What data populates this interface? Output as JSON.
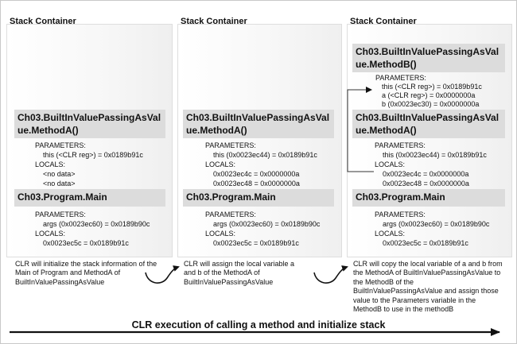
{
  "stacks": [
    {
      "title": "Stack Container",
      "frames": [
        {
          "title_line1": "Ch03.BuiltInValuePassingAsVal",
          "title_line2": "ue.MethodA()",
          "lines": [
            "PARAMETERS:",
            "this (<CLR reg>) = 0x0189b91c",
            "LOCALS:",
            "<no data>",
            "<no data>"
          ]
        },
        {
          "title_line1": "Ch03.Program.Main",
          "lines": [
            "PARAMETERS:",
            "args (0x0023ec60) = 0x0189b90c",
            "LOCALS:",
            "0x0023ec5c = 0x0189b91c"
          ]
        }
      ],
      "note": "CLR will initialize the stack information of the Main of Program and MethodA of BuiltInValuePassingAsValue"
    },
    {
      "title": "Stack Container",
      "frames": [
        {
          "title_line1": "Ch03.BuiltInValuePassingAsVal",
          "title_line2": "ue.MethodA()",
          "lines": [
            "PARAMETERS:",
            "this (0x0023ec44) = 0x0189b91c",
            "LOCALS:",
            "0x0023ec4c = 0x0000000a",
            "0x0023ec48 = 0x0000000a"
          ]
        },
        {
          "title_line1": "Ch03.Program.Main",
          "lines": [
            "PARAMETERS:",
            "args (0x0023ec60) = 0x0189b90c",
            "LOCALS:",
            "0x0023ec5c = 0x0189b91c"
          ]
        }
      ],
      "note": "CLR will assign the local variable a and b of the MethodA of BuiltInValuePassingAsValue"
    },
    {
      "title": "Stack Container",
      "frames": [
        {
          "title_line1": "Ch03.BuiltInValuePassingAsVal",
          "title_line2": "ue.MethodB()",
          "lines": [
            "PARAMETERS:",
            "this (<CLR reg>) = 0x0189b91c",
            "a (<CLR reg>) = 0x0000000a",
            "b (0x0023ec30) = 0x0000000a"
          ]
        },
        {
          "title_line1": "Ch03.BuiltInValuePassingAsVal",
          "title_line2": "ue.MethodA()",
          "lines": [
            "PARAMETERS:",
            "this (0x0023ec44) = 0x0189b91c",
            "LOCALS:",
            "0x0023ec4c = 0x0000000a",
            "0x0023ec48 = 0x0000000a"
          ]
        },
        {
          "title_line1": "Ch03.Program.Main",
          "lines": [
            "PARAMETERS:",
            "args (0x0023ec60) = 0x0189b90c",
            "LOCALS:",
            "0x0023ec5c = 0x0189b91c"
          ]
        }
      ],
      "note": "CLR will copy the local variable of a and b from the MethodA of BuiltInValuePassingAsValue to the MethodB of the BuiltInValuePassingAsValue and assign those value to the Parameters variable in the MethodB to use in the methodB"
    }
  ],
  "footer": "CLR execution of calling a method and initialize stack"
}
